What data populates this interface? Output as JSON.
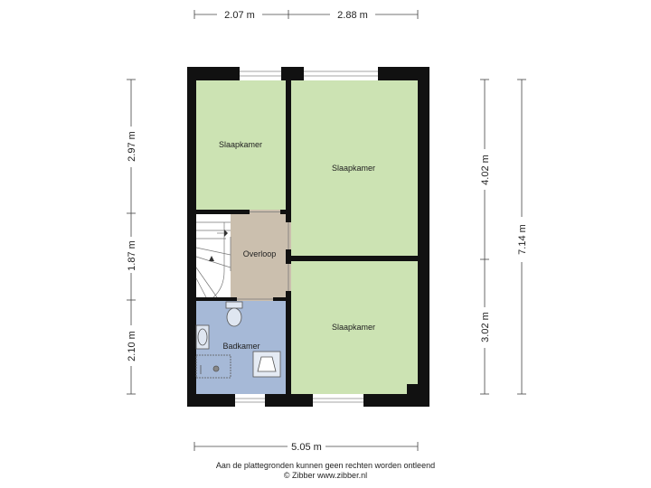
{
  "dimensions": {
    "top_left": "2.07 m",
    "top_right": "2.88 m",
    "bottom_total": "5.05 m",
    "left_top": "2.97 m",
    "left_middle": "1.87 m",
    "left_bottom": "2.10 m",
    "right_inner_top": "4.02 m",
    "right_inner_bottom": "3.02 m",
    "right_total": "7.14 m"
  },
  "rooms": {
    "bedroom_top_left": "Slaapkamer",
    "bedroom_top_right": "Slaapkamer",
    "landing": "Overloop",
    "bathroom": "Badkamer",
    "bedroom_bottom_right": "Slaapkamer"
  },
  "colors": {
    "bedroom": "#cce3b3",
    "landing": "#cbbfae",
    "bathroom": "#a6b9d7",
    "wall": "#111111",
    "stairs": "#ffffff"
  },
  "footer": {
    "disclaimer": "Aan de plattegronden kunnen geen rechten worden ontleend",
    "copyright": "© Zibber www.zibber.nl"
  }
}
